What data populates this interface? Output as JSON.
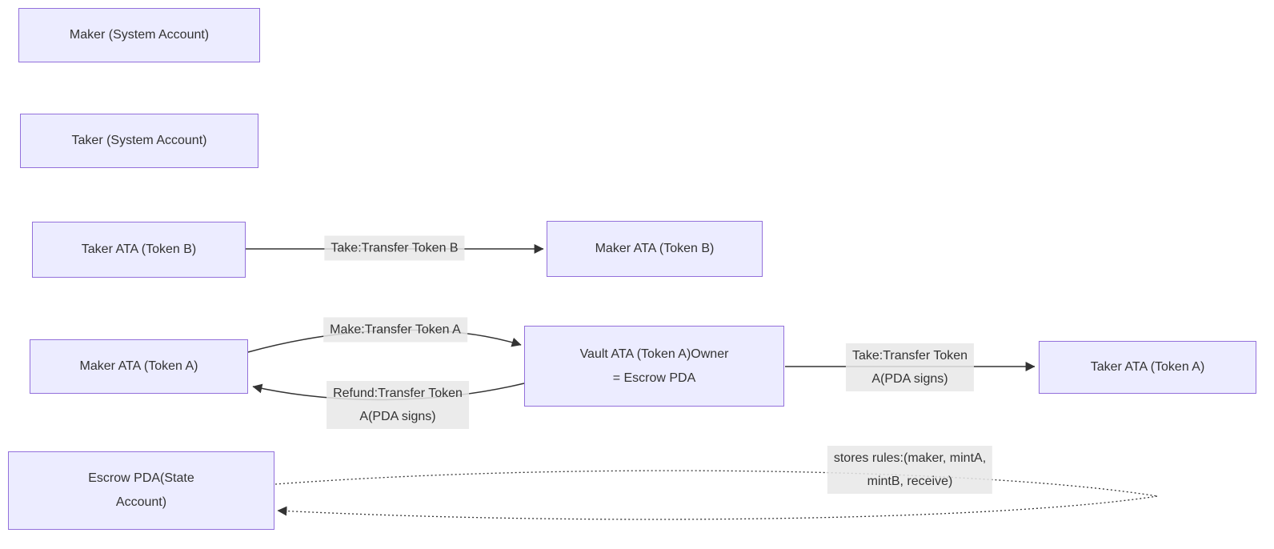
{
  "diagram_type": "flowchart",
  "palette": {
    "background": "#ffffff",
    "node_fill": "#ECECFF",
    "node_border": "#9370DB",
    "text_color": "#333333",
    "edge_color": "#333333",
    "edge_label_bg": "#e8e8e8"
  },
  "nodes": [
    {
      "id": "maker-system",
      "label": "Maker (System Account)"
    },
    {
      "id": "taker-system",
      "label": "Taker (System Account)"
    },
    {
      "id": "taker-ata-b",
      "label": "Taker ATA (Token B)"
    },
    {
      "id": "maker-ata-b",
      "label": "Maker ATA (Token B)"
    },
    {
      "id": "maker-ata-a",
      "label": "Maker ATA (Token A)"
    },
    {
      "id": "vault-ata",
      "label": "Vault ATA (Token A)Owner\n= Escrow PDA"
    },
    {
      "id": "taker-ata-a",
      "label": "Taker ATA (Token A)"
    },
    {
      "id": "escrow-pda",
      "label": "Escrow PDA(State\nAccount)"
    }
  ],
  "edges": [
    {
      "from": "taker-ata-b",
      "to": "maker-ata-b",
      "style": "solid",
      "label": "Take:Transfer Token B"
    },
    {
      "from": "maker-ata-a",
      "to": "vault-ata",
      "style": "solid",
      "label": "Make:Transfer Token A"
    },
    {
      "from": "vault-ata",
      "to": "maker-ata-a",
      "style": "solid",
      "label": "Refund:Transfer Token\nA(PDA signs)"
    },
    {
      "from": "vault-ata",
      "to": "taker-ata-a",
      "style": "solid",
      "label": "Take:Transfer Token\nA(PDA signs)"
    },
    {
      "from": "escrow-pda",
      "to": "escrow-pda",
      "style": "dotted",
      "label": "stores rules:(maker, mintA,\nmintB, receive)"
    }
  ]
}
